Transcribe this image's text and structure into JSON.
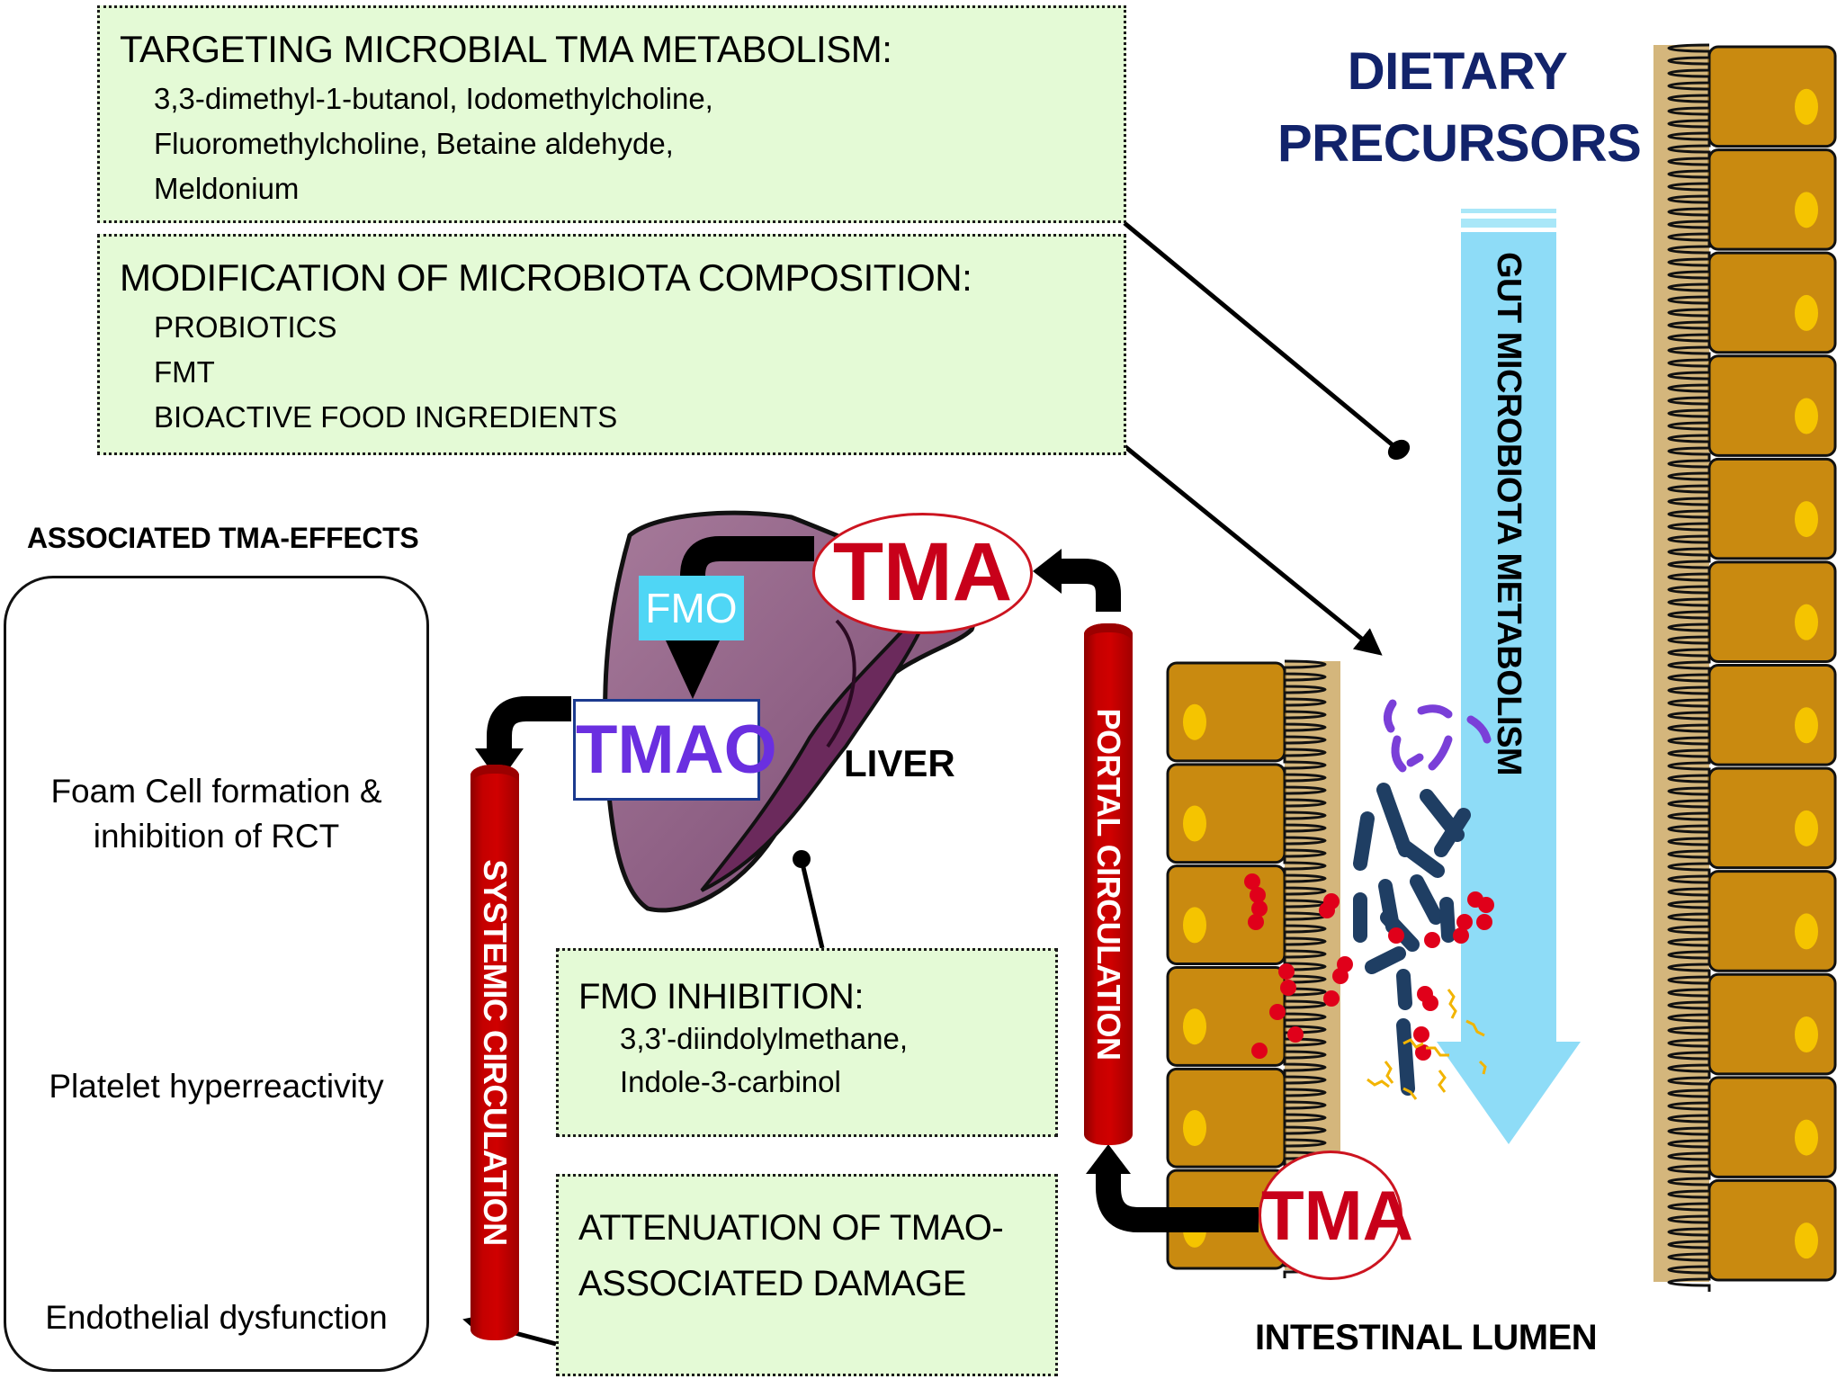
{
  "notes": {
    "targeting": {
      "title": "TARGETING MICROBIAL TMA METABOLISM:",
      "items": [
        "3,3-dimethyl-1-butanol, Iodomethylcholine,",
        "Fluoromethylcholine, Betaine aldehyde,",
        "Meldonium"
      ]
    },
    "modification": {
      "title": "MODIFICATION OF MICROBIOTA COMPOSITION:",
      "items": [
        "PROBIOTICS",
        "FMT",
        "BIOACTIVE FOOD INGREDIENTS"
      ]
    },
    "fmo_inhibition": {
      "title": "FMO INHIBITION:",
      "items": [
        "3,3'-diindolylmethane,",
        "Indole-3-carbinol"
      ]
    },
    "attenuation": {
      "title": "ATTENUATION OF TMAO-ASSOCIATED DAMAGE"
    }
  },
  "labels": {
    "dietary_line1": "DIETARY",
    "dietary_line2": "PRECURSORS",
    "gut_metabolism": "GUT MICROBIOTA METABOLISM",
    "intestinal_lumen": "INTESTINAL LUMEN",
    "liver": "LIVER",
    "tma_liver": "TMA",
    "tma_gut": "TMA",
    "fmo": "FMO",
    "tmao": "TMAO",
    "systemic_circulation": "SYSTEMIC CIRCULATION",
    "portal_circulation": "PORTAL CIRCULATION"
  },
  "effects": {
    "title": "ASSOCIATED TMA-EFFECTS",
    "items": [
      {
        "label_line1": "Foam Cell formation &",
        "label_line2": "inhibition of  RCT",
        "icon": "foam-cell-icon"
      },
      {
        "label_line1": "Platelet hyperreactivity",
        "icon": "platelet-icon"
      },
      {
        "label_line1": "Endothelial dysfunction",
        "icon": "blood-vessel-icon"
      }
    ]
  },
  "colors": {
    "note_bg": "#e4fad6",
    "tma_red": "#c8001a",
    "tmao_purple": "#6a2fe0",
    "fmo_cyan": "#4fd6f5",
    "vessel_red": "#c40000",
    "epithelium": "#c98a10",
    "nucleus": "#f5c400",
    "dietary_navy": "#12236b",
    "gut_arrow": "#8edcf7"
  }
}
